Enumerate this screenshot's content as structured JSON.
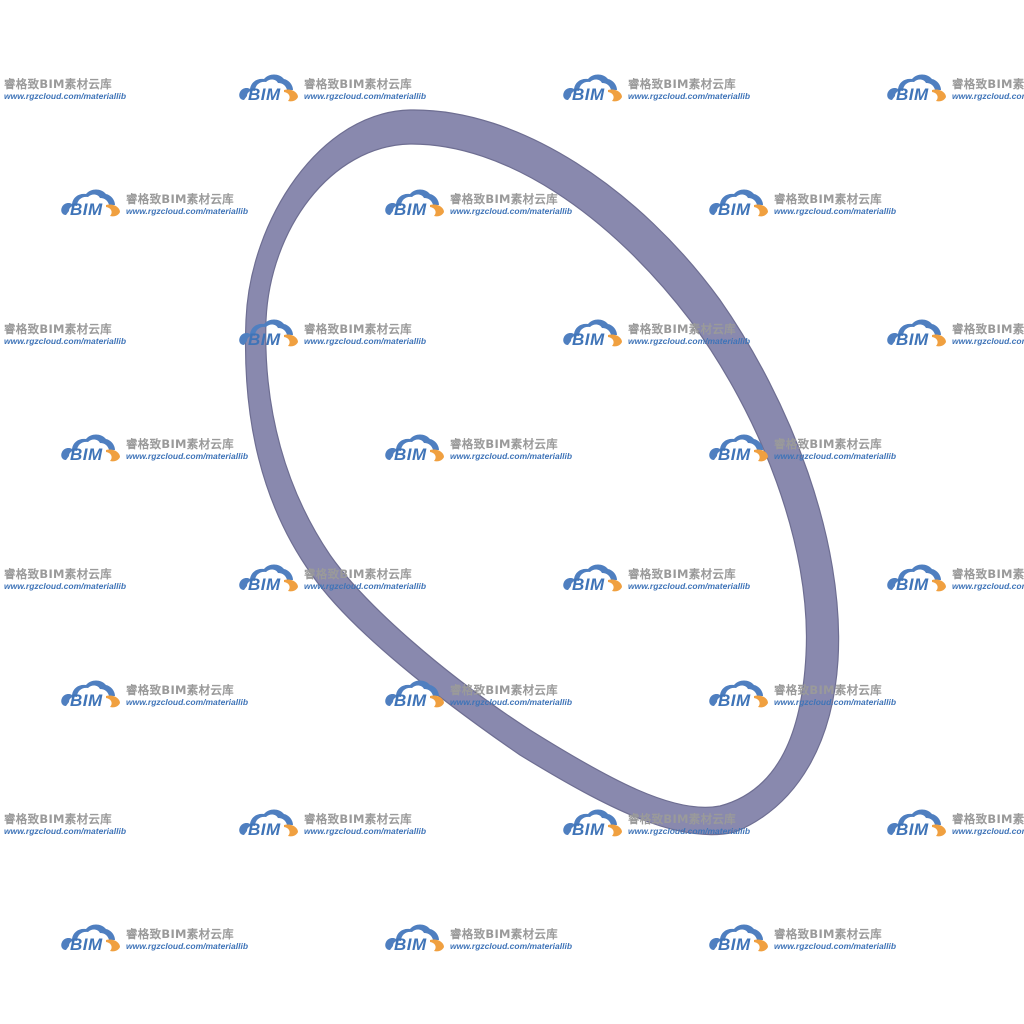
{
  "model": {
    "ring_fill_color": "#8989ae",
    "ring_edge_color": "#6e6e92",
    "background_color": "#ffffff"
  },
  "watermark": {
    "logo_text": "BIM",
    "brand_text": "睿格致BIM素材云库",
    "url_text": "www.rgzcloud.com/materiallib",
    "logo_blue": "#4f7fc0",
    "logo_orange": "#f0a040",
    "text_gray": "#9a9a9a",
    "text_blue": "#3f74b8"
  }
}
